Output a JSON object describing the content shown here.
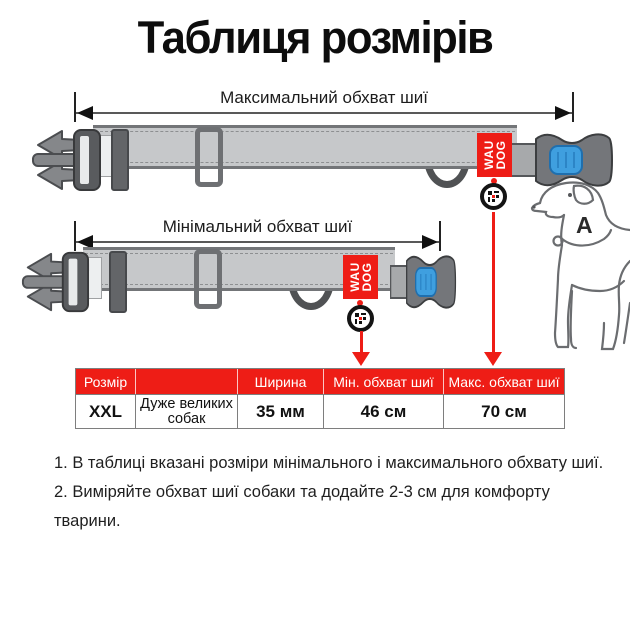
{
  "title": "Таблиця розмірів",
  "diagram": {
    "max_label": "Максимальний обхват шиї",
    "min_label": "Мінімальний обхват шиї",
    "tag_line1": "WAU",
    "tag_line2": "DOG",
    "dog_marker": "A"
  },
  "table": {
    "headers": [
      "Розмір",
      "",
      "Ширина",
      "Мін. обхват шиї",
      "Макс. обхват шиї"
    ],
    "rows": [
      [
        "XXL",
        "Дуже великих собак",
        "35 мм",
        "46 см",
        "70 см"
      ]
    ]
  },
  "notes": [
    "1. В таблиці вказані розміри мінімального і максимального обхвату шиї.",
    "2. Виміряйте обхват шиї собаки та додайте 2-3 см для комфорту тварини."
  ],
  "colors": {
    "accent_red": "#ee1d16",
    "strap_gray": "#c6c8ca",
    "hardware_gray": "#7b7d80",
    "hardware_dark": "#595b5e",
    "button_blue": "#3f9fdf"
  }
}
